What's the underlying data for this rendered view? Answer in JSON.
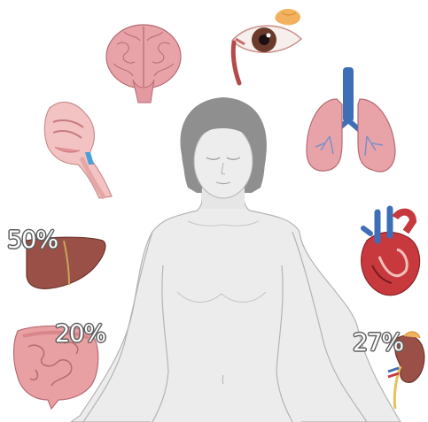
{
  "labels": {
    "liver_percent": "50%",
    "intestine_percent": "20%",
    "kidney_percent": "27%"
  },
  "colors": {
    "skin": "#ececec",
    "skin_outline": "#b4b4b4",
    "hair": "#8f8f8f",
    "organ_pink": "#e7a3a8",
    "liver": "#9a5047",
    "heart_red": "#c8393e",
    "vessel_blue": "#3e6fb6"
  },
  "icons": [
    "brain-icon",
    "eye-icon",
    "throat-icon",
    "lungs-icon",
    "liver-icon",
    "heart-icon",
    "intestines-icon",
    "kidney-icon",
    "human-figure"
  ]
}
